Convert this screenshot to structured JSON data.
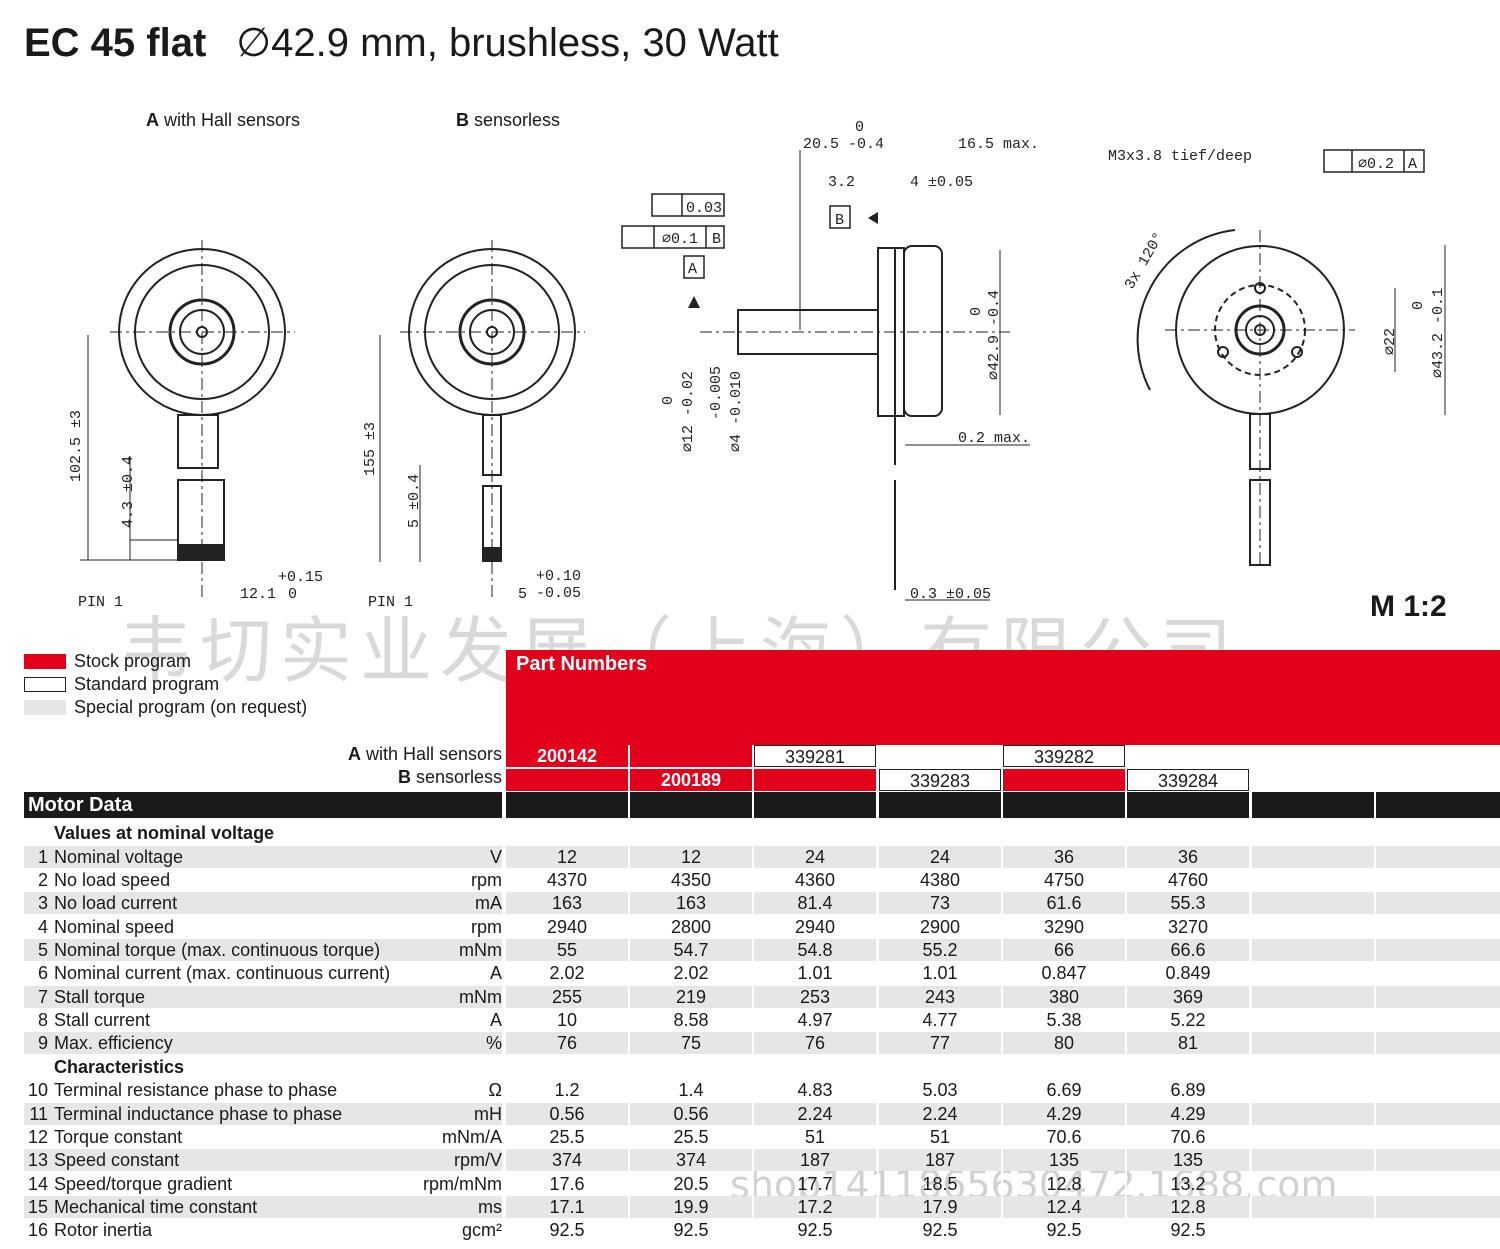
{
  "title": {
    "bold": "EC 45 flat",
    "rest": "∅42.9 mm, brushless, 30 Watt"
  },
  "drawing": {
    "label_a_bold": "A",
    "label_a": " with Hall sensors",
    "label_b_bold": "B",
    "label_b": " sensorless",
    "dims": {
      "d1": "102.5 ±3",
      "d2": "4.3 ±0.4",
      "d3": "12.1",
      "d3tol_top": "+0.15",
      "d3tol_bot": "0",
      "pin": "PIN 1",
      "d4": "155 ±3",
      "d5": "5 ±0.4",
      "d6": "5",
      "d6tol_top": "+0.10",
      "d6tol_bot": "-0.05",
      "d7_top": "0",
      "d7": "20.5 -0.4",
      "d8": "16.5 max.",
      "d9": "3.2",
      "d10": "4 ±0.05",
      "tol1": "0.03",
      "tol2": "∅0.1",
      "tol2b": "B",
      "datumA": "A",
      "datumB": "B",
      "d11": "∅12 -0.02",
      "d11_top": "0",
      "d12": "∅4 -0.010",
      "d12_top": "-0.005",
      "d13": "∅42.9 -0.4",
      "d13_top": "0",
      "d14": "0.2 max.",
      "d15": "0.3 ±0.05",
      "m3": "M3x3.8 tief/deep",
      "pos": "∅0.2",
      "posA": "A",
      "angle": "3x 120°",
      "d16": "∅22",
      "d17": "∅43.2 -0.1",
      "d17_top": "0"
    },
    "scale": "M 1:2"
  },
  "watermark": "韦切实业发展（上海）有限公司",
  "watermark2": "shop1411865630472.1688.com",
  "legend": {
    "stock": "Stock program",
    "standard": "Standard program",
    "special": "Special program (on request)",
    "colors": {
      "stock": "#e2001a",
      "standard": "#ffffff",
      "special": "#e6e6e6"
    }
  },
  "part_numbers": {
    "title": "Part Numbers",
    "row_a_bold": "A",
    "row_a": " with Hall sensors",
    "row_b_bold": "B",
    "row_b": " sensorless",
    "a": [
      "200142",
      "",
      "339281",
      "",
      "339282",
      ""
    ],
    "b": [
      "",
      "200189",
      "",
      "339283",
      "",
      "339284"
    ]
  },
  "motor_data": {
    "header": "Motor Data",
    "section1": "Values at nominal voltage",
    "section2": "Characteristics",
    "rows": [
      {
        "n": "1",
        "label": "Nominal voltage",
        "unit": "V",
        "values": [
          "12",
          "12",
          "24",
          "24",
          "36",
          "36"
        ]
      },
      {
        "n": "2",
        "label": "No load speed",
        "unit": "rpm",
        "values": [
          "4370",
          "4350",
          "4360",
          "4380",
          "4750",
          "4760"
        ]
      },
      {
        "n": "3",
        "label": "No load current",
        "unit": "mA",
        "values": [
          "163",
          "163",
          "81.4",
          "73",
          "61.6",
          "55.3"
        ]
      },
      {
        "n": "4",
        "label": "Nominal speed",
        "unit": "rpm",
        "values": [
          "2940",
          "2800",
          "2940",
          "2900",
          "3290",
          "3270"
        ]
      },
      {
        "n": "5",
        "label": "Nominal torque (max. continuous torque)",
        "unit": "mNm",
        "values": [
          "55",
          "54.7",
          "54.8",
          "55.2",
          "66",
          "66.6"
        ]
      },
      {
        "n": "6",
        "label": "Nominal current (max. continuous current)",
        "unit": "A",
        "values": [
          "2.02",
          "2.02",
          "1.01",
          "1.01",
          "0.847",
          "0.849"
        ]
      },
      {
        "n": "7",
        "label": "Stall torque",
        "unit": "mNm",
        "values": [
          "255",
          "219",
          "253",
          "243",
          "380",
          "369"
        ]
      },
      {
        "n": "8",
        "label": "Stall current",
        "unit": "A",
        "values": [
          "10",
          "8.58",
          "4.97",
          "4.77",
          "5.38",
          "5.22"
        ]
      },
      {
        "n": "9",
        "label": "Max. efficiency",
        "unit": "%",
        "values": [
          "76",
          "75",
          "76",
          "77",
          "80",
          "81"
        ]
      },
      {
        "n": "10",
        "label": "Terminal resistance phase to phase",
        "unit": "Ω",
        "values": [
          "1.2",
          "1.4",
          "4.83",
          "5.03",
          "6.69",
          "6.89"
        ]
      },
      {
        "n": "11",
        "label": "Terminal inductance phase to phase",
        "unit": "mH",
        "values": [
          "0.56",
          "0.56",
          "2.24",
          "2.24",
          "4.29",
          "4.29"
        ]
      },
      {
        "n": "12",
        "label": "Torque constant",
        "unit": "mNm/A",
        "values": [
          "25.5",
          "25.5",
          "51",
          "51",
          "70.6",
          "70.6"
        ]
      },
      {
        "n": "13",
        "label": "Speed constant",
        "unit": "rpm/V",
        "values": [
          "374",
          "374",
          "187",
          "187",
          "135",
          "135"
        ]
      },
      {
        "n": "14",
        "label": "Speed/torque gradient",
        "unit": "rpm/mNm",
        "values": [
          "17.6",
          "20.5",
          "17.7",
          "18.5",
          "12.8",
          "13.2"
        ]
      },
      {
        "n": "15",
        "label": "Mechanical time constant",
        "unit": "ms",
        "values": [
          "17.1",
          "19.9",
          "17.2",
          "17.9",
          "12.4",
          "12.8"
        ]
      },
      {
        "n": "16",
        "label": "Rotor inertia",
        "unit": "gcm²",
        "values": [
          "92.5",
          "92.5",
          "92.5",
          "92.5",
          "92.5",
          "92.5"
        ]
      }
    ]
  }
}
